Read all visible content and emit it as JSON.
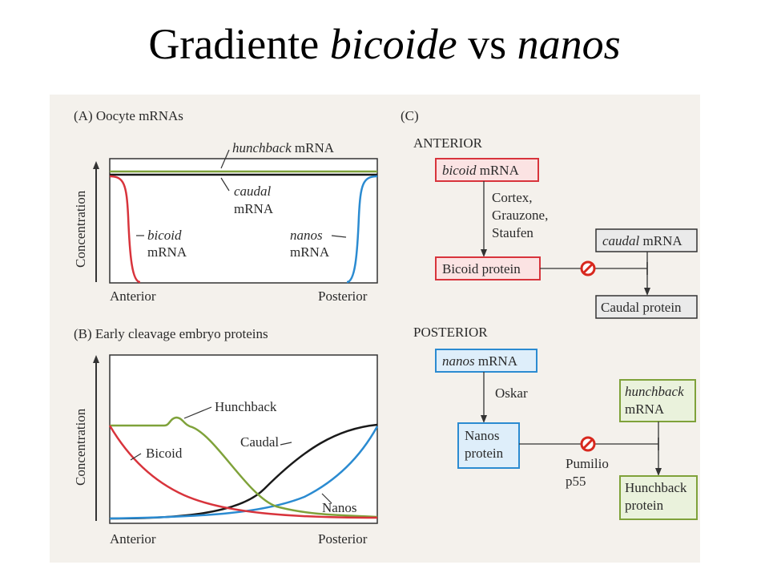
{
  "title": {
    "part1": "Gradiente ",
    "bicoide": "bicoide",
    "vs": " vs ",
    "nanos": "nanos"
  },
  "panel_a": {
    "label": "(A)  Oocyte mRNAs",
    "y_axis": "Concentration",
    "hunchback_it": "hunchback",
    "hunchback_rest": " mRNA",
    "caudal_it": "caudal",
    "caudal_rest": "mRNA",
    "bicoid_it": "bicoid",
    "bicoid_rest": "mRNA",
    "nanos_it": "nanos",
    "nanos_rest": "mRNA",
    "x_left": "Anterior",
    "x_right": "Posterior"
  },
  "panel_b": {
    "label": "(B)  Early cleavage embryo proteins",
    "y_axis": "Concentration",
    "hunchback": "Hunchback",
    "bicoid": "Bicoid",
    "caudal": "Caudal",
    "nanos": "Nanos",
    "x_left": "Anterior",
    "x_right": "Posterior"
  },
  "panel_c": {
    "label": "(C)",
    "anterior": "ANTERIOR",
    "bicoid_mrna_it": "bicoid",
    "bicoid_mrna_rest": " mRNA",
    "cofactors": [
      "Cortex,",
      "Grauzone,",
      "Staufen"
    ],
    "bicoid_protein": "Bicoid protein",
    "caudal_mrna_it": "caudal",
    "caudal_mrna_rest": " mRNA",
    "caudal_protein": "Caudal protein",
    "posterior": "POSTERIOR",
    "nanos_mrna_it": "nanos",
    "nanos_mrna_rest": " mRNA",
    "oskar": "Oskar",
    "nanos_protein": [
      "Nanos",
      "protein"
    ],
    "pumilio": [
      "Pumilio",
      "p55"
    ],
    "hunchback_mrna_it": "hunchback",
    "hunchback_mrna_rest": "mRNA",
    "hunchback_protein": [
      "Hunchback",
      "protein"
    ]
  },
  "colors": {
    "bicoid": "#d8343c",
    "nanos": "#2b8bd1",
    "hunchback": "#7fa23a",
    "caudal": "#1a1a1a",
    "inhibit": "#d8281e"
  }
}
